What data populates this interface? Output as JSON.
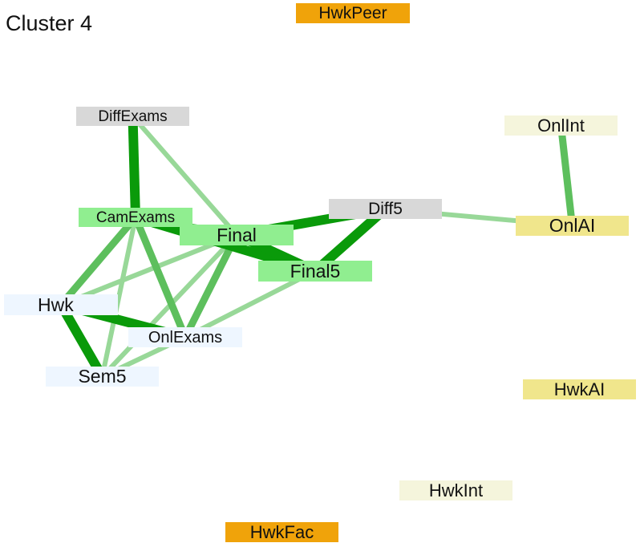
{
  "title": "Cluster 4",
  "colors": {
    "gray": "#d8d8d8",
    "green": "#90ee90",
    "lightblue": "#eef6ff",
    "orange": "#f0a30a",
    "yellow": "#f0e68c",
    "paleyellow": "#f5f5dc",
    "edge_dark": "#0a9a0a",
    "edge_mid": "#5dbf5d",
    "edge_light": "#98d898"
  },
  "nodes": {
    "hwkpeer": {
      "label": "HwkPeer",
      "color": "orange"
    },
    "diffexams": {
      "label": "DiffExams",
      "color": "gray"
    },
    "onlint": {
      "label": "OnlInt",
      "color": "paleyellow"
    },
    "camexams": {
      "label": "CamExams",
      "color": "green"
    },
    "diff5": {
      "label": "Diff5",
      "color": "gray"
    },
    "onlai": {
      "label": "OnlAI",
      "color": "yellow"
    },
    "final": {
      "label": "Final",
      "color": "green"
    },
    "final5": {
      "label": "Final5",
      "color": "green"
    },
    "hwk": {
      "label": "Hwk",
      "color": "lightblue"
    },
    "onlexams": {
      "label": "OnlExams",
      "color": "lightblue"
    },
    "sem5": {
      "label": "Sem5",
      "color": "lightblue"
    },
    "hwkai": {
      "label": "HwkAI",
      "color": "yellow"
    },
    "hwkint": {
      "label": "HwkInt",
      "color": "paleyellow"
    },
    "hwkfac": {
      "label": "HwkFac",
      "color": "orange"
    }
  },
  "edges": [
    {
      "source": "diffexams",
      "target": "camexams",
      "strength": "dark"
    },
    {
      "source": "diffexams",
      "target": "final",
      "strength": "light"
    },
    {
      "source": "onlint",
      "target": "onlai",
      "strength": "mid"
    },
    {
      "source": "diff5",
      "target": "onlai",
      "strength": "light"
    },
    {
      "source": "diff5",
      "target": "final",
      "strength": "dark"
    },
    {
      "source": "diff5",
      "target": "final5",
      "strength": "dark"
    },
    {
      "source": "camexams",
      "target": "final",
      "strength": "mid"
    },
    {
      "source": "camexams",
      "target": "final5",
      "strength": "dark"
    },
    {
      "source": "camexams",
      "target": "hwk",
      "strength": "mid"
    },
    {
      "source": "camexams",
      "target": "onlexams",
      "strength": "mid"
    },
    {
      "source": "camexams",
      "target": "sem5",
      "strength": "light"
    },
    {
      "source": "final",
      "target": "final5",
      "strength": "dark"
    },
    {
      "source": "final",
      "target": "hwk",
      "strength": "light"
    },
    {
      "source": "final",
      "target": "onlexams",
      "strength": "mid"
    },
    {
      "source": "final",
      "target": "sem5",
      "strength": "light"
    },
    {
      "source": "final5",
      "target": "onlexams",
      "strength": "light"
    },
    {
      "source": "hwk",
      "target": "sem5",
      "strength": "dark"
    },
    {
      "source": "hwk",
      "target": "onlexams",
      "strength": "dark"
    },
    {
      "source": "onlexams",
      "target": "sem5",
      "strength": "light"
    }
  ]
}
